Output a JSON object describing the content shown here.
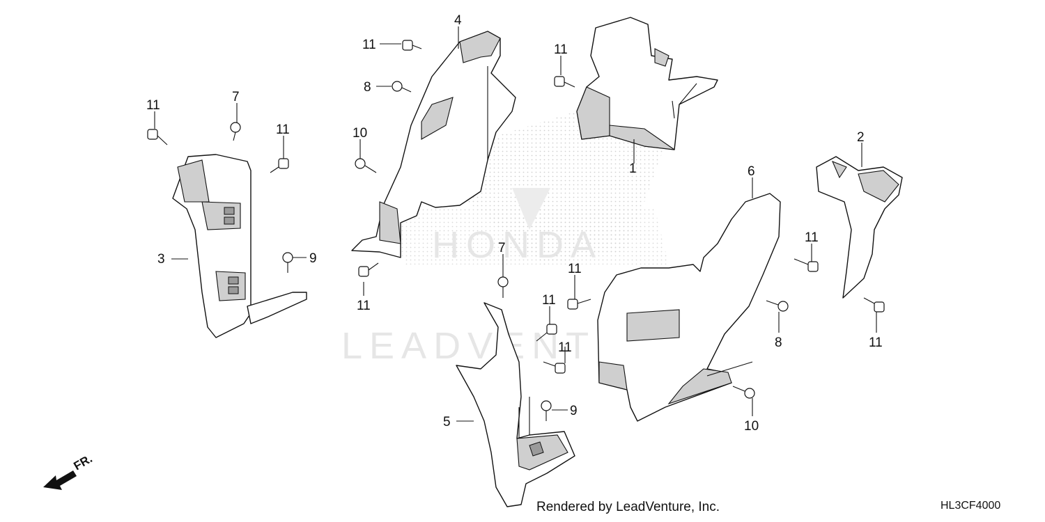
{
  "watermark": {
    "brand_text": "HONDA",
    "company_text": "LEADVENTURE"
  },
  "callouts": {
    "c1": "1",
    "c2": "2",
    "c3": "3",
    "c4": "4",
    "c5": "5",
    "c6": "6",
    "c7a": "7",
    "c7b": "7",
    "c8a": "8",
    "c8b": "8",
    "c9a": "9",
    "c9b": "9",
    "c10a": "10",
    "c10b": "10",
    "c11a": "11",
    "c11b": "11",
    "c11c": "11",
    "c11d": "11",
    "c11e": "11",
    "c11f": "11",
    "c11g": "11",
    "c11h": "11",
    "c11i": "11",
    "c11j": "11"
  },
  "direction_label": "FR.",
  "footer": {
    "credit": "Rendered by LeadVenture, Inc.",
    "diagram_code": "HL3CF4000"
  },
  "colors": {
    "line": "#111111",
    "watermark": "#e6e6e6",
    "shading": "#cfcfcf"
  }
}
